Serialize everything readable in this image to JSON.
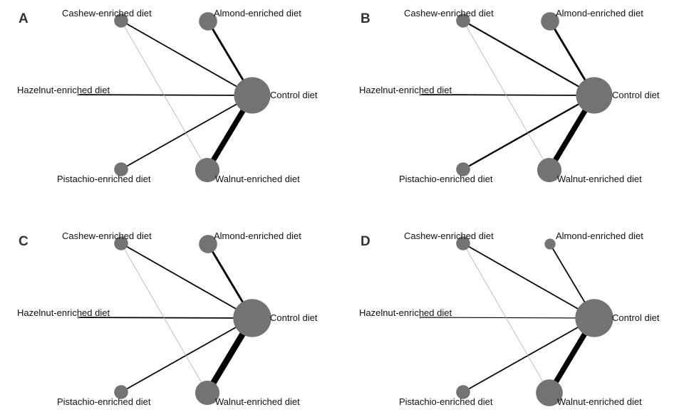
{
  "colors": {
    "node_fill": "#737373",
    "edge_stroke": "#000000",
    "edge_thin": "#b0b0b0",
    "background": "#ffffff"
  },
  "panels": [
    {
      "letter": "A",
      "nodes": [
        {
          "id": "cashew",
          "label": "Cashew-enriched diet",
          "size": 1
        },
        {
          "id": "almond",
          "label": "Almond-enriched diet",
          "size": 2
        },
        {
          "id": "hazelnut",
          "label": "Hazelnut-enriched diet",
          "size": 0
        },
        {
          "id": "control",
          "label": "Control diet",
          "size": 10
        },
        {
          "id": "pistachio",
          "label": "Pistachio-enriched diet",
          "size": 1
        },
        {
          "id": "walnut",
          "label": "Walnut-enriched diet",
          "size": 4
        }
      ],
      "edges": [
        {
          "from": "cashew",
          "to": "control",
          "weight": 1
        },
        {
          "from": "almond",
          "to": "control",
          "weight": 2
        },
        {
          "from": "hazelnut",
          "to": "control",
          "weight": 1
        },
        {
          "from": "pistachio",
          "to": "control",
          "weight": 1
        },
        {
          "from": "walnut",
          "to": "control",
          "weight": 6
        },
        {
          "from": "cashew",
          "to": "walnut",
          "weight": 0.3
        }
      ]
    },
    {
      "letter": "B",
      "nodes": [
        {
          "id": "cashew",
          "label": "Cashew-enriched diet",
          "size": 1
        },
        {
          "id": "almond",
          "label": "Almond-enriched diet",
          "size": 2
        },
        {
          "id": "hazelnut",
          "label": "Hazelnut-enriched diet",
          "size": 0
        },
        {
          "id": "control",
          "label": "Control diet",
          "size": 10
        },
        {
          "id": "pistachio",
          "label": "Pistachio-enriched diet",
          "size": 1
        },
        {
          "id": "walnut",
          "label": "Walnut-enriched diet",
          "size": 4
        }
      ],
      "edges": [
        {
          "from": "cashew",
          "to": "control",
          "weight": 1.3
        },
        {
          "from": "almond",
          "to": "control",
          "weight": 2
        },
        {
          "from": "hazelnut",
          "to": "control",
          "weight": 1
        },
        {
          "from": "pistachio",
          "to": "control",
          "weight": 1.5
        },
        {
          "from": "walnut",
          "to": "control",
          "weight": 6
        },
        {
          "from": "cashew",
          "to": "walnut",
          "weight": 0.3
        }
      ]
    },
    {
      "letter": "C",
      "nodes": [
        {
          "id": "cashew",
          "label": "Cashew-enriched diet",
          "size": 1
        },
        {
          "id": "almond",
          "label": "Almond-enriched diet",
          "size": 2
        },
        {
          "id": "hazelnut",
          "label": "Hazelnut-enriched diet",
          "size": 0
        },
        {
          "id": "control",
          "label": "Control diet",
          "size": 11
        },
        {
          "id": "pistachio",
          "label": "Pistachio-enriched diet",
          "size": 1
        },
        {
          "id": "walnut",
          "label": "Walnut-enriched diet",
          "size": 4
        }
      ],
      "edges": [
        {
          "from": "cashew",
          "to": "control",
          "weight": 1
        },
        {
          "from": "almond",
          "to": "control",
          "weight": 2
        },
        {
          "from": "hazelnut",
          "to": "control",
          "weight": 1
        },
        {
          "from": "pistachio",
          "to": "control",
          "weight": 1
        },
        {
          "from": "walnut",
          "to": "control",
          "weight": 7
        },
        {
          "from": "cashew",
          "to": "walnut",
          "weight": 0.3
        }
      ]
    },
    {
      "letter": "D",
      "nodes": [
        {
          "id": "cashew",
          "label": "Cashew-enriched diet",
          "size": 1
        },
        {
          "id": "almond",
          "label": "Almond-enriched diet",
          "size": 0.5
        },
        {
          "id": "hazelnut",
          "label": "Hazelnut-enriched diet",
          "size": 0
        },
        {
          "id": "control",
          "label": "Control diet",
          "size": 11
        },
        {
          "id": "pistachio",
          "label": "Pistachio-enriched diet",
          "size": 1
        },
        {
          "id": "walnut",
          "label": "Walnut-enriched diet",
          "size": 5
        }
      ],
      "edges": [
        {
          "from": "cashew",
          "to": "control",
          "weight": 1
        },
        {
          "from": "almond",
          "to": "control",
          "weight": 1
        },
        {
          "from": "hazelnut",
          "to": "control",
          "weight": 0.5
        },
        {
          "from": "pistachio",
          "to": "control",
          "weight": 1
        },
        {
          "from": "walnut",
          "to": "control",
          "weight": 6
        },
        {
          "from": "cashew",
          "to": "walnut",
          "weight": 0.3
        }
      ]
    }
  ]
}
